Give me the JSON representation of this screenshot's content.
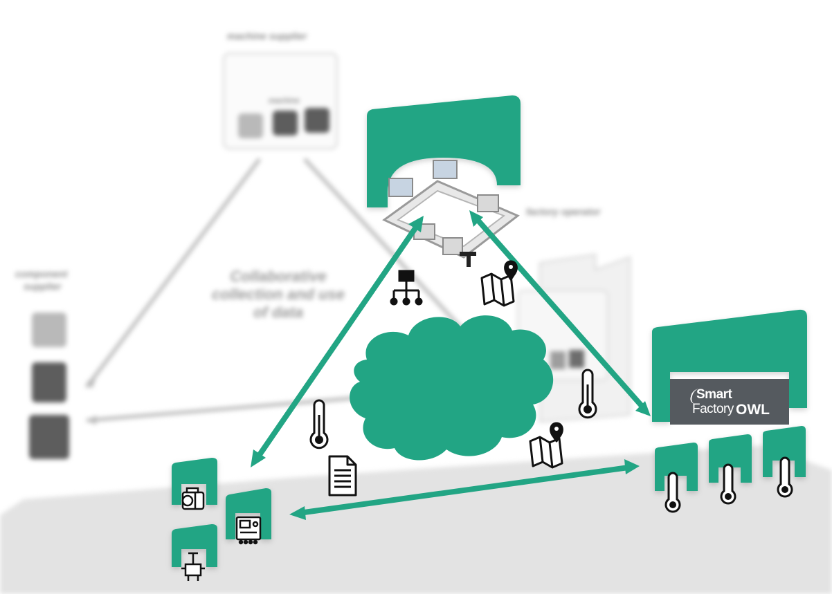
{
  "background": {
    "machine_supplier": {
      "title": "machine supplier",
      "box_label": "machine"
    },
    "factory_operator": {
      "title": "factory operator"
    },
    "component_supplier": {
      "title_line1": "component",
      "title_line2": "supplier"
    },
    "center_caption": {
      "line1": "Collaborative",
      "line2": "collection and use",
      "line3": "of data"
    }
  },
  "logo": {
    "smart": "Smart",
    "factory": "Factory",
    "owl": "OWL"
  },
  "colors": {
    "accent": "#22a584",
    "icon": "#111111",
    "logo_bg": "#555a5f",
    "background_text": "#8a8a8a"
  },
  "icons": [
    "hierarchy-icon",
    "map-pin-icon",
    "thermometer-icon",
    "document-icon",
    "motor-icon",
    "control-panel-icon",
    "valve-icon",
    "cloud-icon"
  ]
}
